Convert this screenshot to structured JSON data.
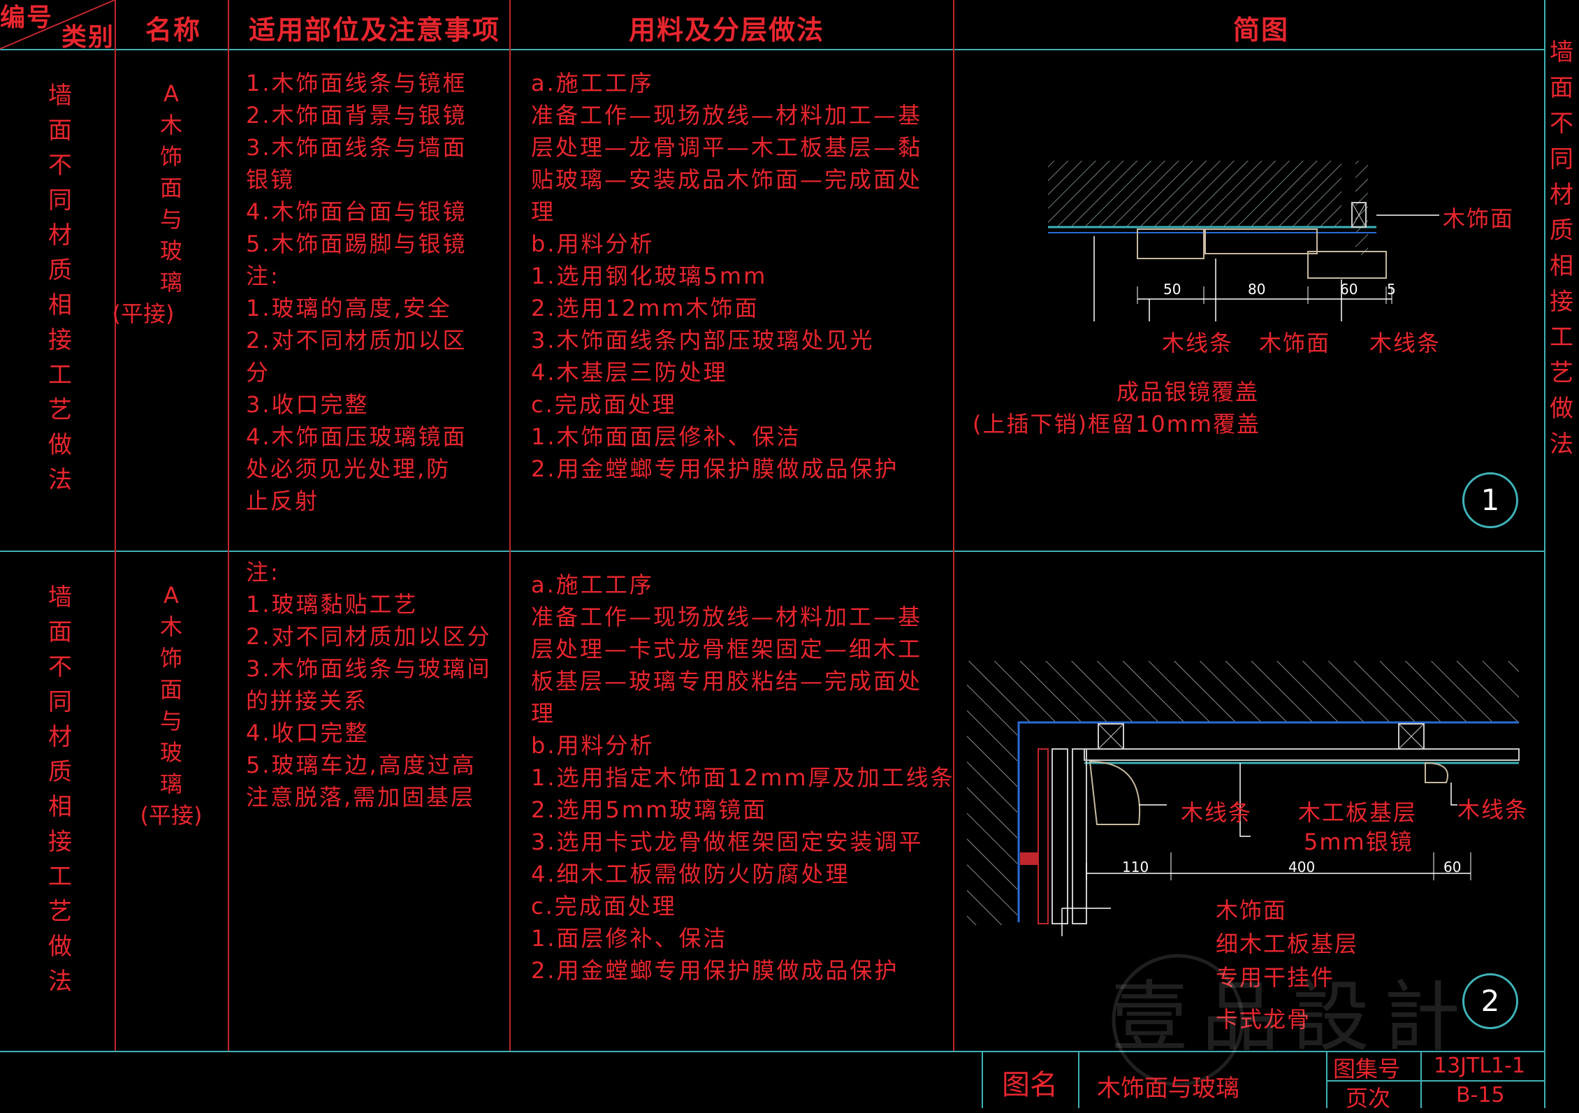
{
  "header": {
    "code_label": "编号",
    "category_label": "类别",
    "name": "名称",
    "location": "适用部位及注意事项",
    "materials": "用料及分层做法",
    "diagram": "简图"
  },
  "side_title": "墙面不同材质相接工艺做法",
  "rows": [
    {
      "category": "墙面不同材质相接工艺做法",
      "name_letter": "A",
      "name_text": "木饰面与玻璃",
      "name_sub": "(平接)",
      "notes": [
        "1.木饰面线条与镜框",
        "2.木饰面背景与银镜",
        "3.木饰面线条与墙面",
        "银镜",
        "4.木饰面台面与银镜",
        "5.木饰面踢脚与银镜",
        "注:",
        "1.玻璃的高度,安全",
        "2.对不同材质加以区",
        "分",
        "3.收口完整",
        "4.木饰面压玻璃镜面",
        "处必须见光处理,防",
        "止反射"
      ],
      "method": [
        "a.施工工序",
        "准备工作—现场放线—材料加工—基",
        "层处理—龙骨调平—木工板基层—黏",
        "贴玻璃—安装成品木饰面—完成面处",
        "理",
        "b.用料分析",
        "1.选用钢化玻璃5mm",
        "2.选用12mm木饰面",
        "3.木饰面线条内部压玻璃处见光",
        "4.木基层三防处理",
        "c.完成面处理",
        "1.木饰面面层修补、保洁",
        "2.用金螳螂专用保护膜做成品保护"
      ],
      "diagram": {
        "labels": [
          "木饰面",
          "木线条",
          "木饰面",
          "木线条",
          "成品银镜覆盖",
          "(上插下销)框留10mm覆盖"
        ],
        "dims": [
          "50",
          "80",
          "60",
          "5"
        ],
        "number": "1"
      }
    },
    {
      "category": "墙面不同材质相接工艺做法",
      "name_letter": "A",
      "name_text": "木饰面与玻璃",
      "name_sub": "(平接)",
      "notes": [
        "注:",
        "1.玻璃黏贴工艺",
        "2.对不同材质加以区分",
        "3.木饰面线条与玻璃间",
        "的拼接关系",
        "4.收口完整",
        "5.玻璃车边,高度过高",
        "注意脱落,需加固基层"
      ],
      "method": [
        "a.施工工序",
        "准备工作—现场放线—材料加工—基",
        "层处理—卡式龙骨框架固定—细木工",
        "板基层—玻璃专用胶粘结—完成面处",
        "理",
        "b.用料分析",
        "1.选用指定木饰面12mm厚及加工线条",
        "2.选用5mm玻璃镜面",
        "3.选用卡式龙骨做框架固定安装调平",
        "4.细木工板需做防火防腐处理",
        "c.完成面处理",
        "1.面层修补、保洁",
        "2.用金螳螂专用保护膜做成品保护"
      ],
      "diagram": {
        "labels": [
          "木线条",
          "木工板基层",
          "5mm银镜",
          "木线条",
          "木饰面",
          "细木工板基层",
          "专用干挂件",
          "卡式龙骨"
        ],
        "dims": [
          "110",
          "400",
          "60"
        ],
        "number": "2"
      }
    }
  ],
  "title_block": {
    "drawing_name_label": "图名",
    "drawing_name": "木饰面与玻璃",
    "atlas_label": "图集号",
    "atlas_value": "13JTL1-1",
    "page_label": "页次",
    "page_value": "B-15"
  },
  "watermark": "壹品設計"
}
